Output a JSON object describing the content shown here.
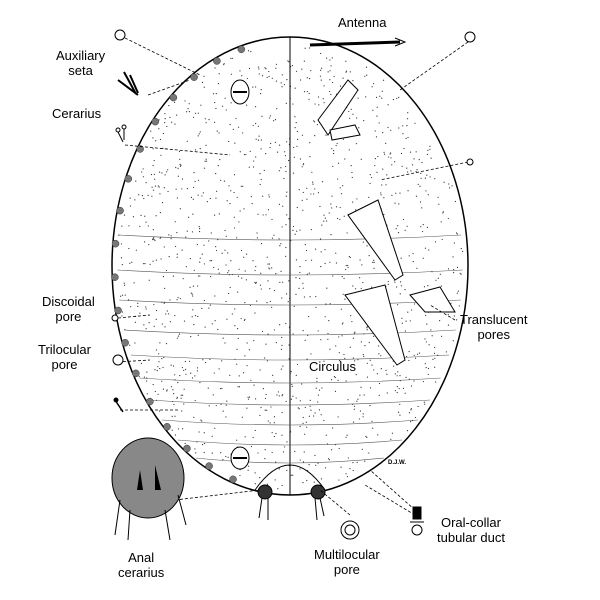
{
  "labels": {
    "antenna": "Antenna",
    "auxiliary_seta_1": "Auxiliary",
    "auxiliary_seta_2": "seta",
    "cerarius": "Cerarius",
    "discoidal_pore_1": "Discoidal",
    "discoidal_pore_2": "pore",
    "trilocular_pore_1": "Trilocular",
    "trilocular_pore_2": "pore",
    "circulus": "Circulus",
    "translucent_pores_1": "Translucent",
    "translucent_pores_2": "pores",
    "anal_cerarius_1": "Anal",
    "anal_cerarius_2": "cerarius",
    "multilocular_pore_1": "Multilocular",
    "multilocular_pore_2": "pore",
    "oral_collar_1": "Oral-collar",
    "oral_collar_2": "tubular duct"
  },
  "signature": "D.J.W."
}
